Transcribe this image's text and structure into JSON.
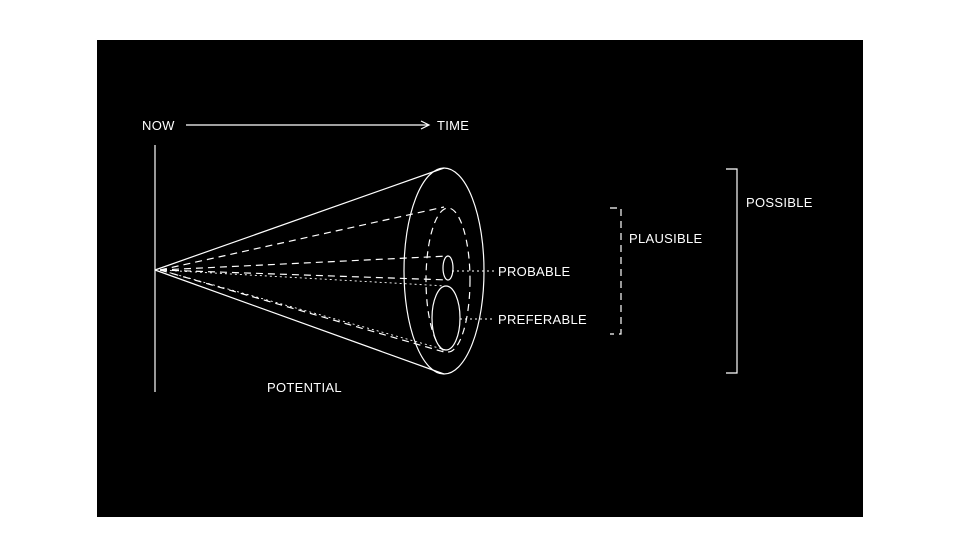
{
  "labels": {
    "now": "NOW",
    "time": "TIME",
    "potential": "POTENTIAL",
    "probable": "PROBABLE",
    "preferable": "PREFERABLE",
    "plausible": "PLAUSIBLE",
    "possible": "POSSIBLE"
  },
  "colors": {
    "background": "#000000",
    "foreground": "#ffffff",
    "page": "#ffffff"
  }
}
